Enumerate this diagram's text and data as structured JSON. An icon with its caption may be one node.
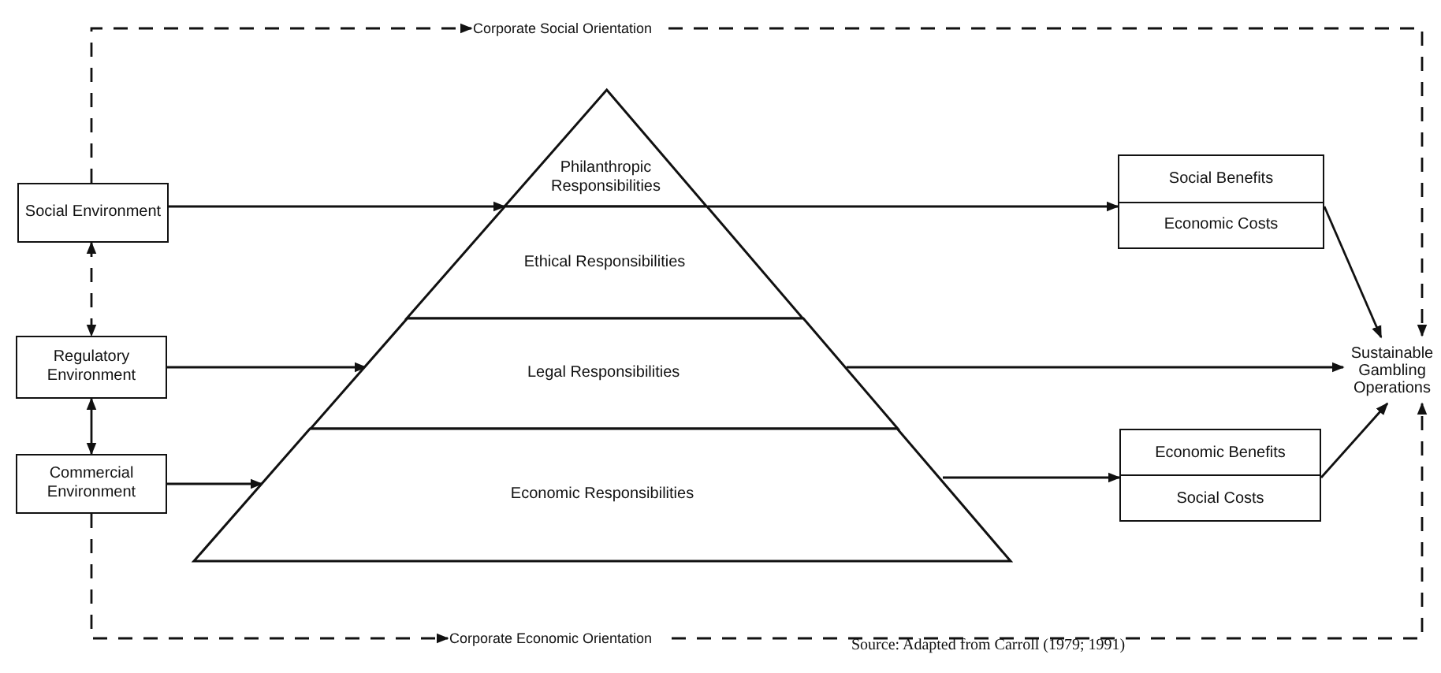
{
  "diagram": {
    "caption": "Source: Adapted from Carroll (1979; 1991)",
    "nodes": [
      {
        "text": [
          "Corporate Social Orientation"
        ]
      },
      {
        "text": [
          "Social Environment"
        ]
      },
      {
        "text": [
          "Philanthropic Responsibilities"
        ]
      },
      {
        "text": [
          "Social Benefits",
          "Economic Costs"
        ]
      },
      {
        "text": [
          "Ethical Responsibilities"
        ]
      },
      {
        "text": [
          "Regulatory Environment"
        ]
      },
      {
        "text": [
          "Legal Responsibilities"
        ]
      },
      {
        "text": [
          "Sustainable Gambling Operations"
        ]
      },
      {
        "text": [
          "Commercial Environment"
        ]
      },
      {
        "text": [
          "Economic Responsibilities"
        ]
      },
      {
        "text": [
          "Economic Benefits",
          "Social Costs"
        ]
      },
      {
        "text": [
          "Corporate Economic Orientation"
        ]
      }
    ],
    "edges": [
      {
        "from": 1,
        "to": 0,
        "arrow": "to",
        "style": "dashed"
      },
      {
        "from": 0,
        "to": 7,
        "arrow": "to",
        "style": "dashed"
      },
      {
        "from": 1,
        "to": 2,
        "arrow": "to"
      },
      {
        "from": 1,
        "to": 5,
        "arrow": "both",
        "style": "dashed"
      },
      {
        "from": 5,
        "to": 6,
        "arrow": "to"
      },
      {
        "from": 5,
        "to": 8,
        "arrow": "both"
      },
      {
        "from": 8,
        "to": 9,
        "arrow": "to"
      },
      {
        "from": 2,
        "to": 3,
        "arrow": "to"
      },
      {
        "from": 6,
        "to": 7,
        "arrow": "to"
      },
      {
        "from": 9,
        "to": 10,
        "arrow": "to"
      },
      {
        "from": 3,
        "to": 7,
        "arrow": "to"
      },
      {
        "from": 10,
        "to": 7,
        "arrow": "to"
      },
      {
        "from": 8,
        "to": 11,
        "arrow": "to",
        "style": "dashed"
      },
      {
        "from": 11,
        "to": 7,
        "arrow": "to",
        "style": "dashed"
      }
    ]
  }
}
